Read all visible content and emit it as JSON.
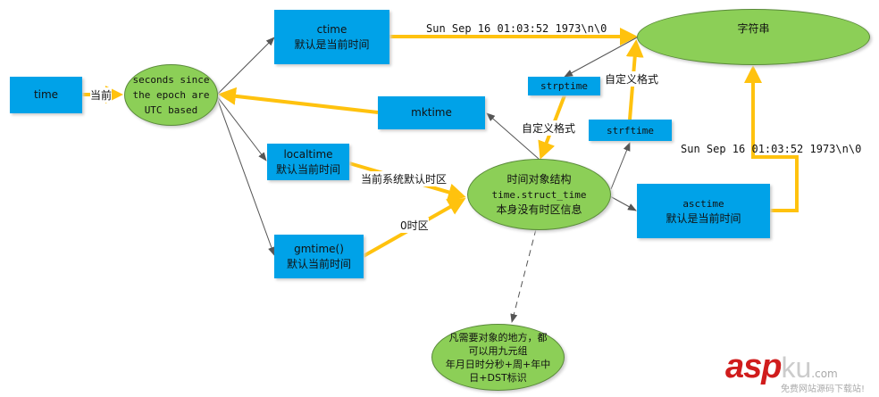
{
  "nodes": {
    "time": {
      "label": "time"
    },
    "seconds": {
      "line1": "seconds since",
      "line2": "the epoch are",
      "line3": "UTC based"
    },
    "ctime": {
      "line1": "ctime",
      "line2": "默认是当前时间"
    },
    "mktime": {
      "label": "mktime"
    },
    "localtime": {
      "line1": "localtime",
      "line2": "默认当前时间"
    },
    "gmtime": {
      "line1": "gmtime()",
      "line2": "默认当前时间"
    },
    "string": {
      "label": "字符串"
    },
    "strptime": {
      "label": "strptime"
    },
    "strftime": {
      "label": "strftime"
    },
    "struct_time": {
      "line1": "时间对象结构",
      "line2": "time.struct_time",
      "line3": "本身没有时区信息"
    },
    "asctime": {
      "line1": "asctime",
      "line2": "默认是当前时间"
    },
    "tuple": {
      "line1": "凡需要对象的地方，都",
      "line2": "可以用九元组",
      "line3": "年月日时分秒+周+年中",
      "line4": "日+DST标识"
    }
  },
  "edge_labels": {
    "current": "当前",
    "ctime_output": "Sun Sep 16 01:03:52 1973\\n\\0",
    "strftime_format": "自定义格式",
    "strptime_format": "自定义格式",
    "asctime_output": "Sun Sep 16 01:03:52 1973\\n\\0",
    "local_tz": "当前系统默认时区",
    "utc_tz": "0时区"
  },
  "watermark": {
    "brand": "asp",
    "brand2": "ku",
    "domain": ".com",
    "slogan": "免费网站源码下载站!"
  },
  "colors": {
    "box": "#00a2e8",
    "ellipse": "#8ccf57",
    "arrow_main": "#ffc20e",
    "arrow_thin": "#555555"
  }
}
